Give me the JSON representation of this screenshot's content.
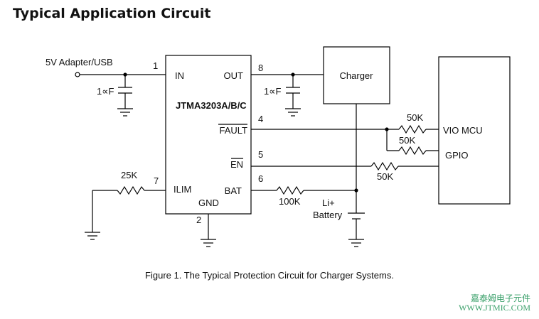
{
  "heading": "Typical Application Circuit",
  "caption": "Figure 1. The Typical Protection Circuit for Charger Systems.",
  "ic": {
    "part_number": "JTMA3203A/B/C",
    "pins": {
      "in": {
        "name": "IN",
        "number": "1"
      },
      "out": {
        "name": "OUT",
        "number": "8"
      },
      "fault": {
        "name": "FAULT",
        "number": "4"
      },
      "en": {
        "name": "EN",
        "number": "5"
      },
      "bat": {
        "name": "BAT",
        "number": "6"
      },
      "ilim": {
        "name": "ILIM",
        "number": "7"
      },
      "gnd": {
        "name": "GND",
        "number": "2"
      }
    }
  },
  "labels": {
    "adapter": "5V Adapter/USB",
    "cap_in": "1∝F",
    "cap_out": "1∝F",
    "charger": "Charger",
    "battery_line1": "Li+",
    "battery_line2": "Battery",
    "vio_mcu": "VIO MCU",
    "gpio": "GPIO"
  },
  "resistors": {
    "ilim": "25K",
    "bat": "100K",
    "fault_pullup": "50K",
    "fault_gpio": "50K",
    "en": "50K"
  },
  "watermark": {
    "line1": "嘉泰姆电子元件",
    "line2": "WWW.JTMIC.COM"
  },
  "colors": {
    "watermark": "#3aa06a",
    "line": "#000000"
  }
}
